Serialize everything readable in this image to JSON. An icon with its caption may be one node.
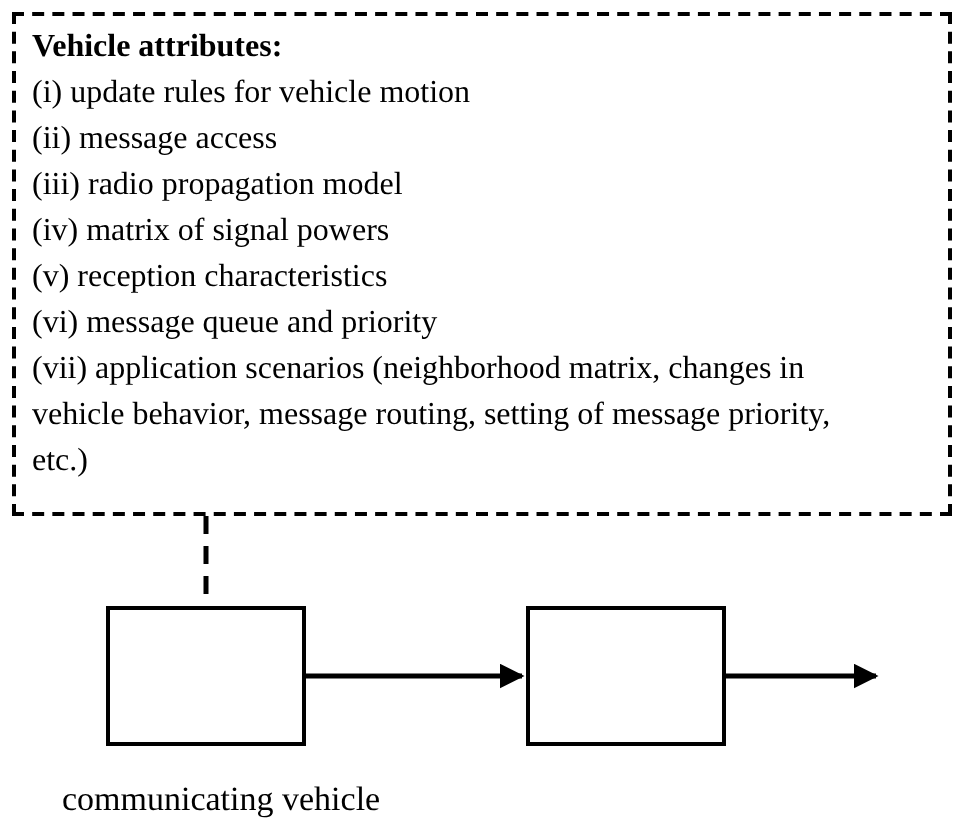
{
  "diagram": {
    "nodes": [
      {
        "text": [
          "Vehicle attributes:",
          "(i) update rules for vehicle motion",
          "(ii) message access",
          "(iii) radio propagation model",
          "(iv) matrix of signal powers",
          "(v) reception characteristics",
          "(vi) message queue and priority",
          "(vii) application scenarios (neighborhood matrix, changes in vehicle behavior, message routing, setting of message priority, etc.)"
        ]
      },
      {
        "text": [],
        "shape": "box",
        "beside": [
          "communicating vehicle"
        ]
      },
      {
        "text": [],
        "shape": "box"
      }
    ],
    "edges": [
      {
        "from": 0,
        "to": 1,
        "arrow": "none",
        "style": "dashed"
      },
      {
        "from": 1,
        "to": 2,
        "arrow": "to"
      },
      {
        "from": 2,
        "to": null,
        "arrow": "to"
      }
    ]
  }
}
